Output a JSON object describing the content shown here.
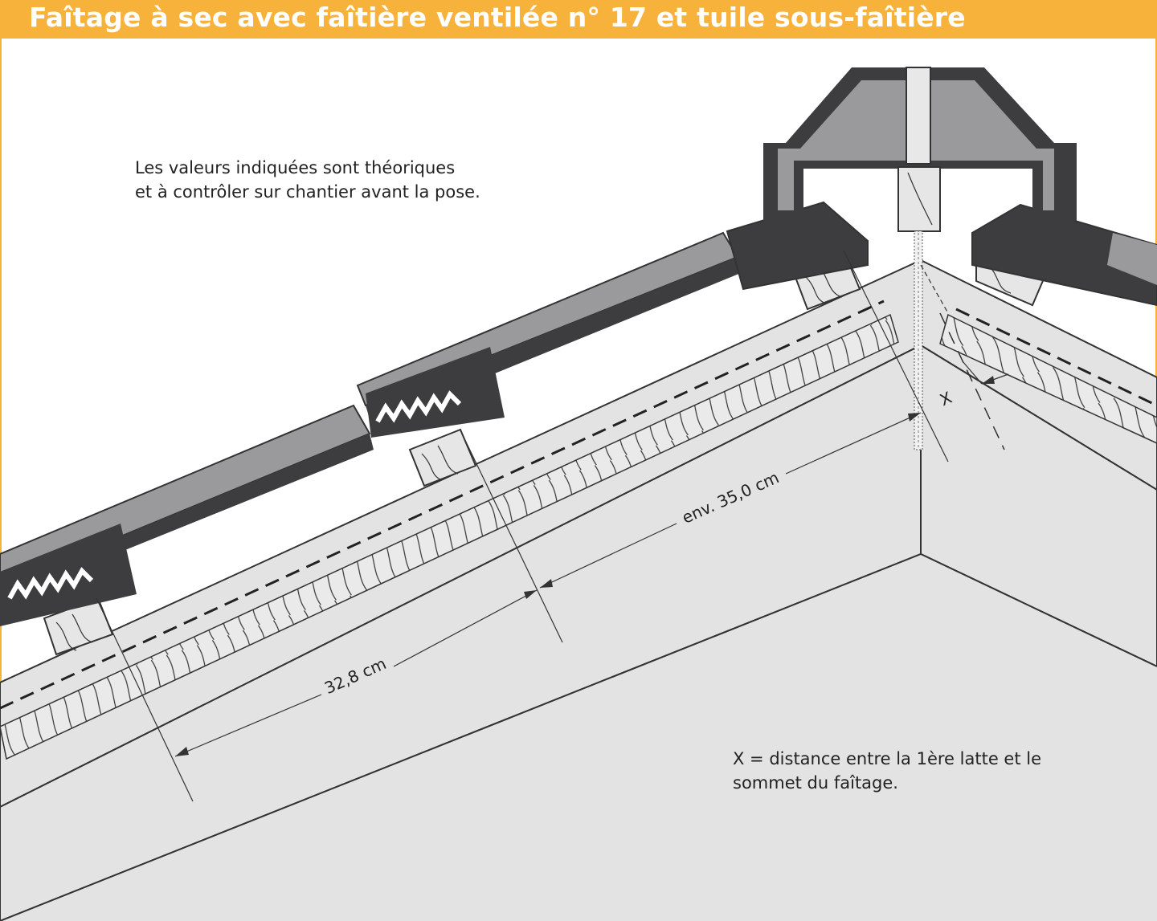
{
  "title": "Faîtage à sec avec faîtière ventilée n° 17 et tuile sous-faîtière",
  "notes": {
    "values_line1": "Les valeurs indiquées sont théoriques",
    "values_line2": "et à contrôler sur chantier avant la pose.",
    "x_line1": "X = distance entre la 1ère latte et le",
    "x_line2": "sommet du faîtage."
  },
  "dimensions": {
    "lath_spacing": "32,8 cm",
    "top_spacing": "env. 35,0 cm",
    "x_label": "X"
  },
  "colors": {
    "accent": "#f7b23b",
    "tile_dark": "#3d3d3f",
    "tile_mid": "#9a9a9c",
    "roof_fill": "#e3e3e4",
    "wood_fill": "#e6e6e6"
  }
}
